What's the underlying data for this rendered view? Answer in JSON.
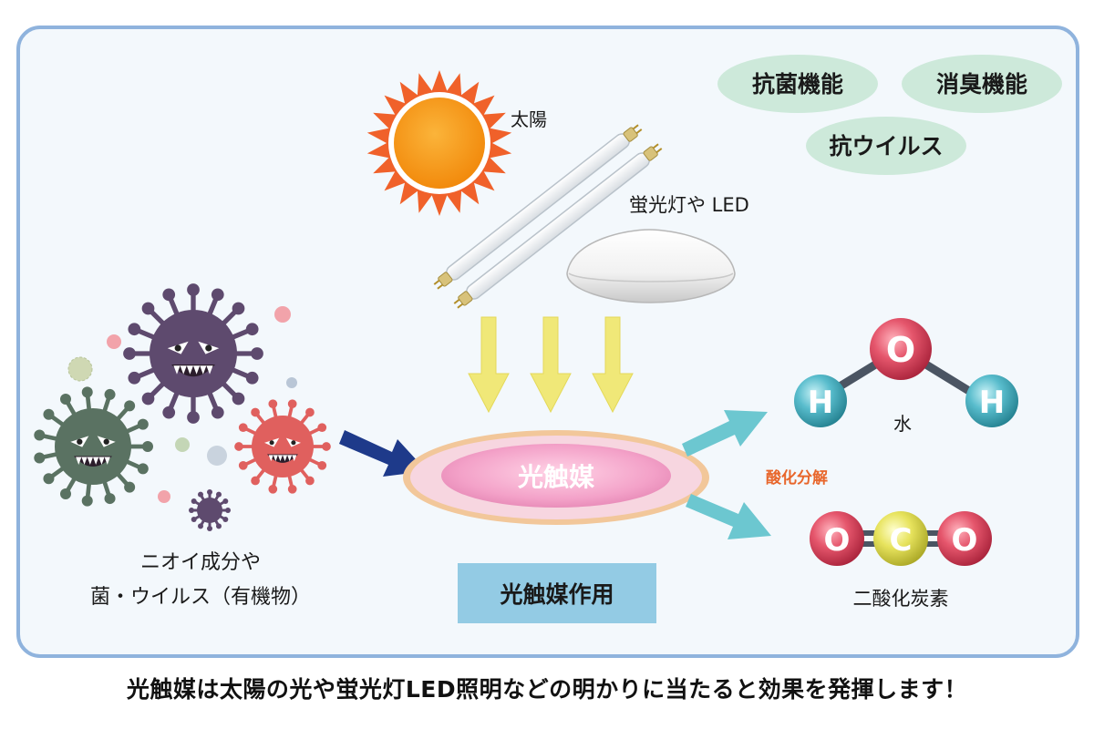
{
  "features": {
    "antibacterial": "抗菌機能",
    "deodorizing": "消臭機能",
    "antiviral": "抗ウイルス"
  },
  "light_sources": {
    "sun": "太陽",
    "lamps": "蛍光灯や LED"
  },
  "catalyst": {
    "label": "光触媒",
    "process_box": "光触媒作用"
  },
  "pollutants": {
    "line1": "ニオイ成分や",
    "line2": "菌・ウイルス（有機物）"
  },
  "reaction": {
    "label": "酸化分解"
  },
  "products": {
    "water": {
      "name": "水",
      "atoms": [
        "H",
        "O",
        "H"
      ]
    },
    "co2": {
      "name": "二酸化炭素",
      "atoms": [
        "O",
        "C",
        "O"
      ]
    }
  },
  "caption": "光触媒は太陽の光や蛍光灯LED照明などの明かりに当たると効果を発揮します！",
  "colors": {
    "panel_border": "#8fb3dd",
    "panel_fill": "#f3f8fc",
    "badge": "#cde9da",
    "sun_core": "#f59e0b",
    "sun_rays": "#f0612a",
    "light_arrows": "#f0e878",
    "input_arrow": "#1e3a8a",
    "output_arrows": "#6cc7d0",
    "catalyst_pink": "#f3a1c8",
    "reaction_label": "#e8662b",
    "process_box": "#93cbe4",
    "atom_red": "#e0485f",
    "atom_teal": "#4fb7c8",
    "atom_yellow": "#e6e35a"
  }
}
